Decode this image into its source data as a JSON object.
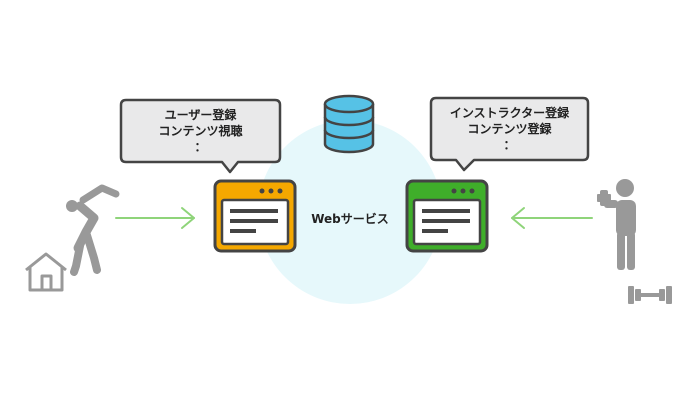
{
  "service": {
    "label": "Webサービス"
  },
  "user_bubble": {
    "lines": [
      "ユーザー登録",
      "コンテンツ視聴",
      "："
    ]
  },
  "instructor_bubble": {
    "lines": [
      "インストラクター登録",
      "コンテンツ登録",
      "："
    ]
  },
  "colors": {
    "circle": "#e6f8fb",
    "bubble_fill": "#e9e9ea",
    "outline": "#444444",
    "user_window": "#f5a800",
    "instructor_window": "#3fae2a",
    "arrow": "#8fd47a",
    "person": "#999999",
    "database": "#56c2e6"
  },
  "icons": {
    "user": "stretching-person-icon",
    "home": "house-icon",
    "instructor": "instructor-person-icon",
    "gym": "dumbbell-icon",
    "database": "database-icon"
  }
}
